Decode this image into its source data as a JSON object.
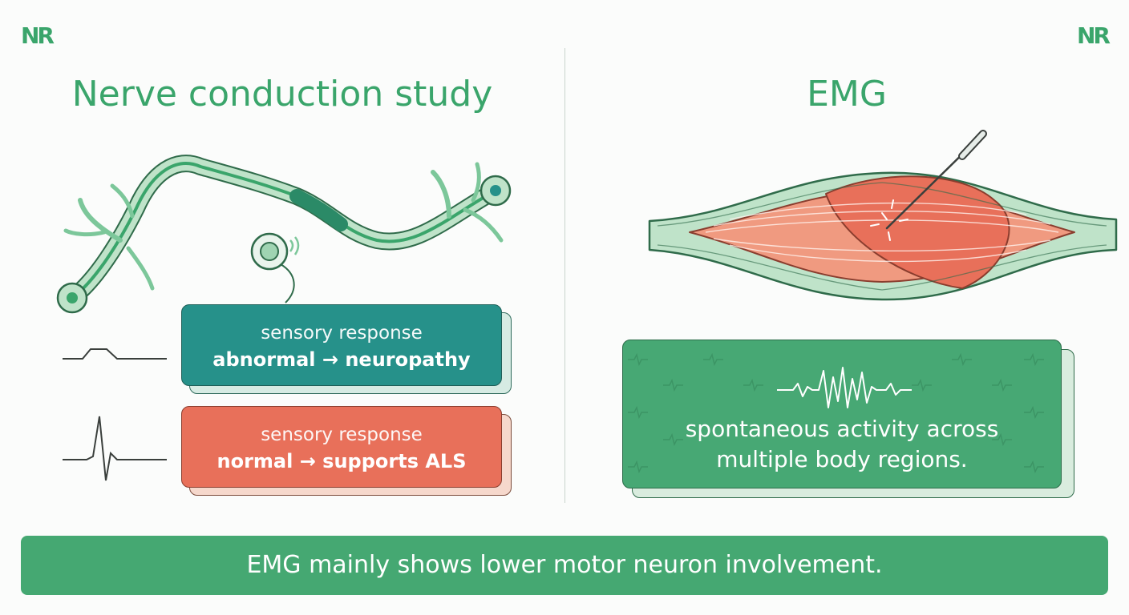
{
  "logo": {
    "left": "NR",
    "right": "NR"
  },
  "left_panel": {
    "title": "Nerve conduction study",
    "cards": [
      {
        "line1": "sensory response",
        "line2": "abnormal → neuropathy",
        "color": "#26918a"
      },
      {
        "line1": "sensory response",
        "line2": "normal → supports ALS",
        "color": "#e8705a"
      }
    ]
  },
  "right_panel": {
    "title": "EMG",
    "card": {
      "text_line1": "spontaneous activity across",
      "text_line2": "multiple body regions.",
      "color": "#47a874"
    }
  },
  "banner": {
    "text": "EMG mainly shows lower motor neuron involvement.",
    "color": "#45a872"
  },
  "icons": [
    "nerve-fiber-icon",
    "stimulating-electrode-icon",
    "muscle-icon",
    "emg-needle-icon",
    "flat-waveform-icon",
    "spike-waveform-icon",
    "emg-activity-waveform-icon"
  ],
  "colors": {
    "brand_green": "#3aa56b",
    "teal": "#26918a",
    "coral": "#e8705a"
  }
}
